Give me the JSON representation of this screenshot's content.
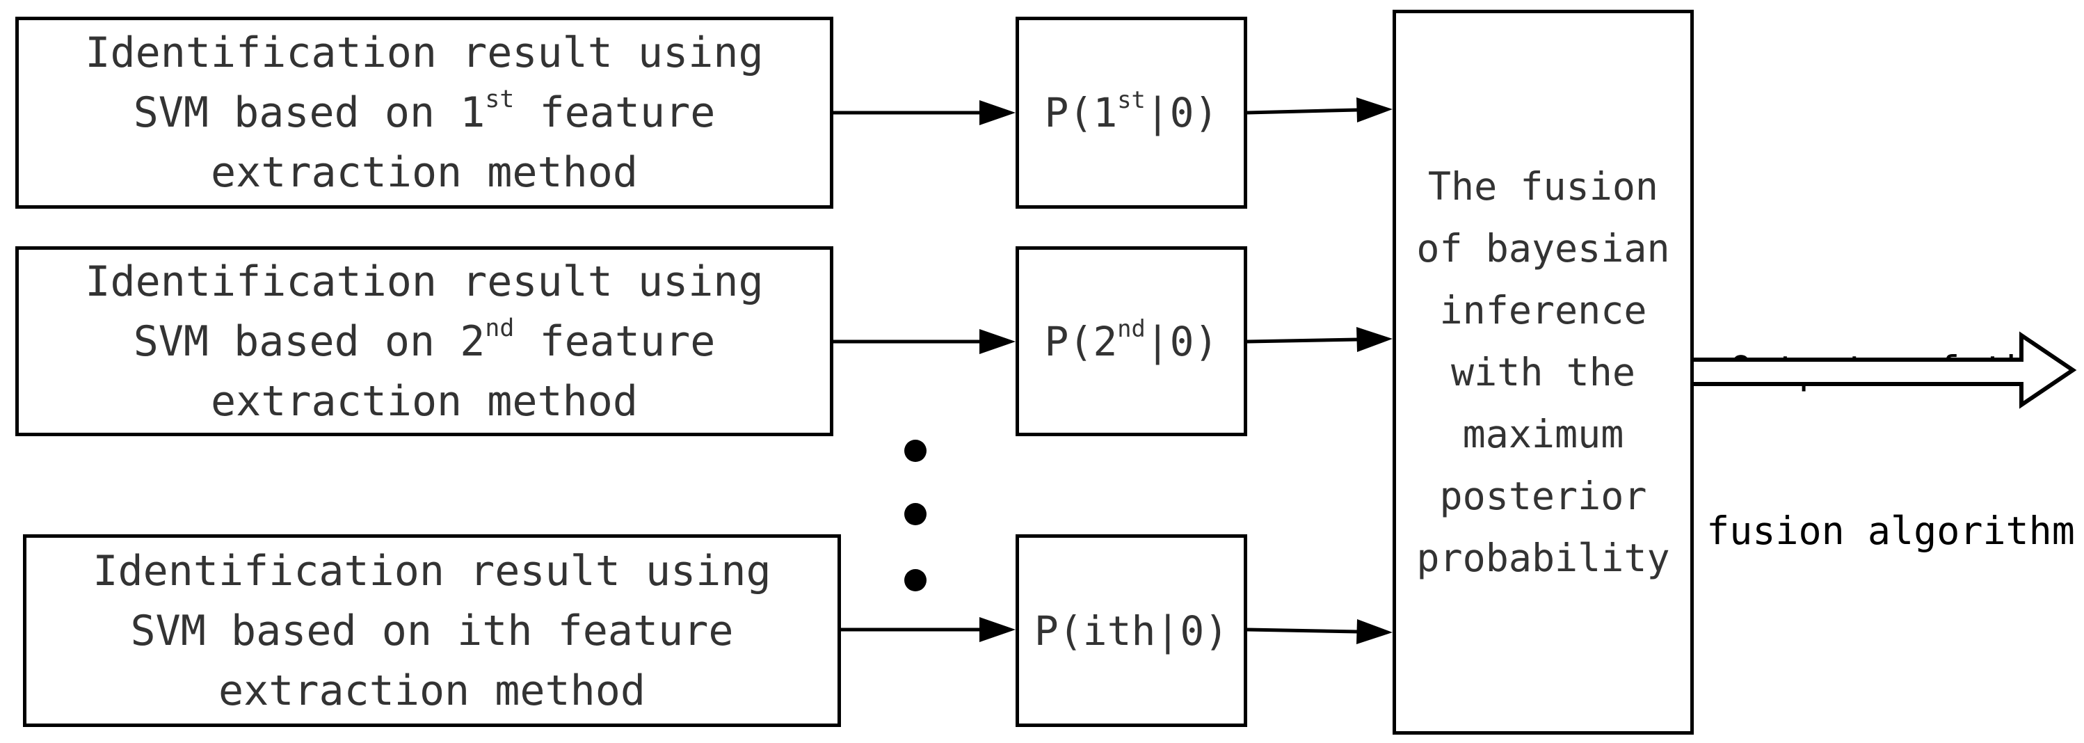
{
  "sources": [
    {
      "lines": [
        "Identification result using",
        "SVM based on 1",
        "extraction method"
      ],
      "ordinal_sup": "st",
      "line2_after": " feature"
    },
    {
      "lines": [
        "Identification result using",
        "SVM based on 2",
        "extraction method"
      ],
      "ordinal_sup": "nd",
      "line2_after": " feature"
    },
    {
      "lines": [
        "Identification result using",
        "SVM based on ith feature",
        "extraction method"
      ]
    }
  ],
  "probabilities": [
    {
      "prefix": "P(1",
      "sup": "st",
      "suffix": "|0)"
    },
    {
      "prefix": "P(2",
      "sup": "nd",
      "suffix": "|0)"
    },
    {
      "prefix": "P(ith|0)"
    }
  ],
  "fusion": {
    "lines": [
      "The fusion",
      "of bayesian",
      "inference",
      "with the",
      "maximum",
      "posterior",
      "probability"
    ]
  },
  "output": {
    "lines": [
      "Output  of the",
      "fusion algorithm"
    ]
  }
}
